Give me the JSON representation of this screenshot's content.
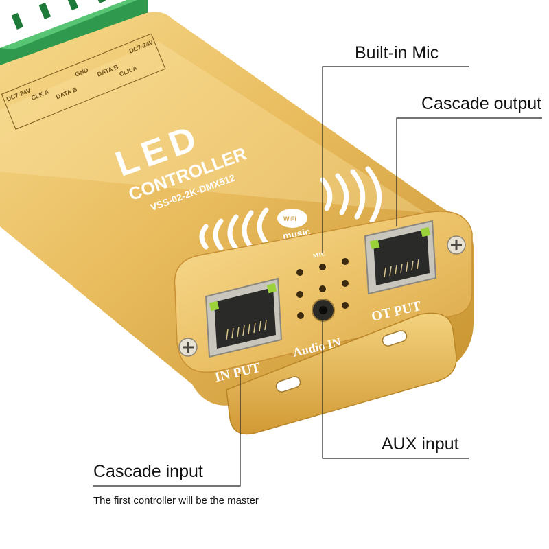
{
  "device": {
    "title": "LED",
    "subtitle": "CONTROLLER",
    "model": "VSS-02-2K-DMX512",
    "wifi_badge": "WiFi",
    "music_label": "music",
    "mic_label": "MIC",
    "port_input_label": "IN PUT",
    "port_output_label": "OT PUT",
    "audio_label": "Audio IN",
    "terminal_labels": [
      "DC7-24V",
      "CLK A",
      "DATA B",
      "GND",
      "DATA B",
      "CLK A",
      "DC7-24V"
    ]
  },
  "callouts": {
    "mic": "Built-in Mic",
    "cascade_output": "Cascade output",
    "aux_input": "AUX input",
    "cascade_input": "Cascade input",
    "master_note": "The first controller will be the master"
  },
  "colors": {
    "gold_light": "#F2CD78",
    "gold_mid": "#E3B04E",
    "gold_dark": "#B98526",
    "terminal_green": "#3DAA5A",
    "leader_line": "#222222"
  }
}
